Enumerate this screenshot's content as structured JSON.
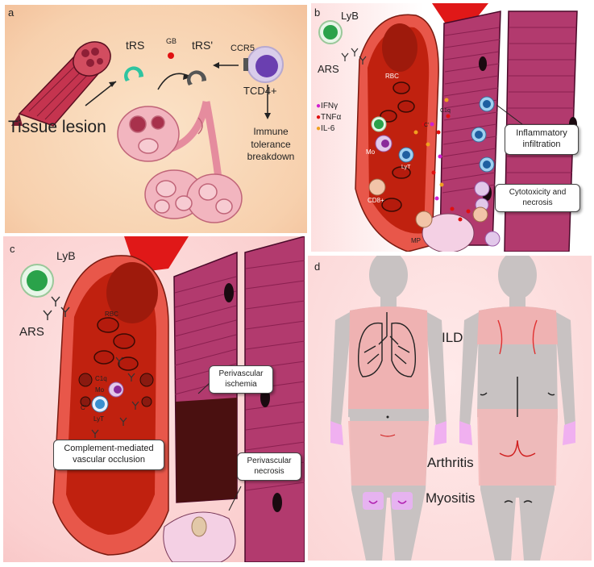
{
  "panel_a": {
    "letter": "a",
    "tissue_lesion": "Tissue lesion",
    "trs": "tRS",
    "gb": "GB",
    "trs_prime": "tRS'",
    "ccr5": "CCR5",
    "tcd4": "TCD4+",
    "immune_1": "Immune",
    "immune_2": "tolerance",
    "immune_3": "breakdown"
  },
  "panel_b": {
    "letter": "b",
    "lyb": "LyB",
    "ars": "ARS",
    "rbc": "RBC",
    "ifn": "IFNγ",
    "tnf": "TNFα",
    "il6": "IL-6",
    "c_prime": "C'",
    "c1q": "C1q",
    "mo": "Mo",
    "lyt": "LyT",
    "cd8": "CD8+",
    "mp": "MP",
    "box_inflammatory_1": "Inflammatory",
    "box_inflammatory_2": "infiltration",
    "box_cytotox_1": "Cytotoxicity and",
    "box_cytotox_2": "necrosis"
  },
  "panel_c": {
    "letter": "c",
    "lyb": "LyB",
    "ars": "ARS",
    "rbc": "RBC",
    "c1q": "C1q",
    "mo": "Mo",
    "c_prime": "C'",
    "lyt": "LyT",
    "box_complement_1": "Complement-mediated",
    "box_complement_2": "vascular occlusion",
    "box_ischemia_1": "Perivascular",
    "box_ischemia_2": "ischemia",
    "box_necrosis_1": "Perivascular",
    "box_necrosis_2": "necrosis"
  },
  "panel_d": {
    "letter": "d",
    "ild": "ILD",
    "arthritis": "Arthritis",
    "myositis": "Myositis"
  },
  "colors": {
    "muscle": "#b23a6e",
    "vessel": "#e8574a",
    "blood": "#c0210f",
    "rbc": "#a8180c",
    "lyb": "#2aa24a",
    "lyt": "#3a8fd0",
    "mo": "#b540b8",
    "highlight": "#f4a6a6"
  }
}
